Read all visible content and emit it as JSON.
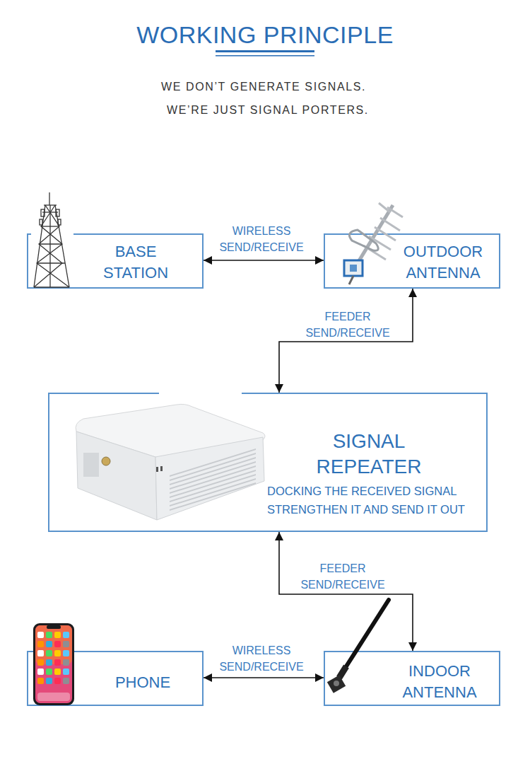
{
  "diagram": {
    "title": "WORKING PRINCIPLE",
    "nodes": [
      {
        "text": [
          "BASE STATION"
        ]
      },
      {
        "text": [
          "OUTDOOR ANTENNA"
        ]
      },
      {
        "text": [
          "SIGNAL REPEATER",
          "DOCKING THE RECEIVED SIGNAL STRENGTHEN IT AND SEND IT OUT"
        ]
      },
      {
        "text": [
          "PHONE"
        ]
      },
      {
        "text": [
          "INDOOR ANTENNA"
        ]
      }
    ],
    "edges": [
      {
        "from": 0,
        "to": 1,
        "label": "WIRELESS SEND/RECEIVE",
        "arrow": "both"
      },
      {
        "from": 1,
        "to": 2,
        "label": "FEEDER SEND/RECEIVE",
        "arrow": "both"
      },
      {
        "from": 2,
        "to": 4,
        "label": "FEEDER SEND/RECEIVE",
        "arrow": "both"
      },
      {
        "from": 3,
        "to": 4,
        "label": "WIRELESS SEND/RECEIVE",
        "arrow": "both"
      }
    ],
    "labels": [
      "WE DON’T GENERATE SIGNALS.",
      "WE’RE JUST SIGNAL PORTERS."
    ]
  }
}
